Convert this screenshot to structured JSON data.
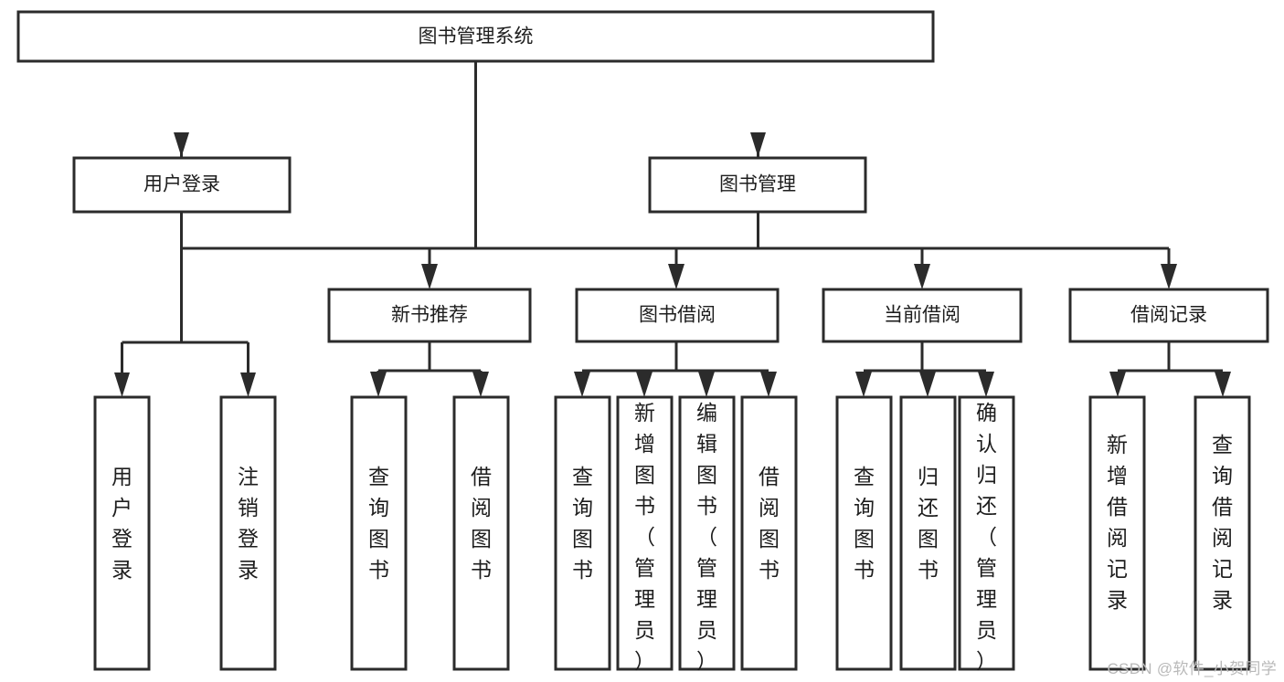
{
  "diagram": {
    "type": "tree",
    "title": "图书管理系统",
    "watermark": "CSDN @软件_小贺同学",
    "colors": {
      "stroke": "#2b2b2b",
      "fill": "#ffffff",
      "text": "#1d1d1d",
      "watermark": "#b9b9b9"
    },
    "levels": {
      "root": {
        "label": "图书管理系统"
      },
      "level2": [
        {
          "label": "用户登录"
        },
        {
          "label": "图书管理"
        }
      ],
      "level3": [
        {
          "label": "新书推荐"
        },
        {
          "label": "图书借阅"
        },
        {
          "label": "当前借阅"
        },
        {
          "label": "借阅记录"
        }
      ],
      "leaves_user_login": [
        {
          "label": "用户登录"
        },
        {
          "label": "注销登录"
        }
      ],
      "leaves_new_book": [
        {
          "label": "查询图书"
        },
        {
          "label": "借阅图书"
        }
      ],
      "leaves_borrow": [
        {
          "label": "查询图书"
        },
        {
          "label": "新增图书（管理员）"
        },
        {
          "label": "编辑图书（管理员）"
        },
        {
          "label": "借阅图书"
        }
      ],
      "leaves_current": [
        {
          "label": "查询图书"
        },
        {
          "label": "归还图书"
        },
        {
          "label": "确认归还（管理员）"
        }
      ],
      "leaves_record": [
        {
          "label": "新增借阅记录"
        },
        {
          "label": "查询借阅记录"
        }
      ]
    }
  }
}
